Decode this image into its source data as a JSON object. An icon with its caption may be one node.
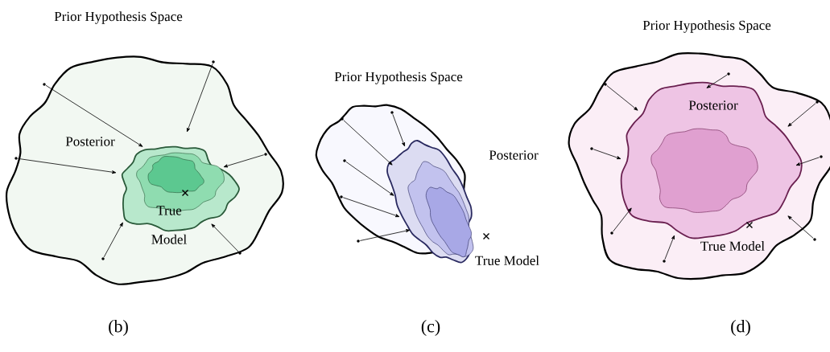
{
  "diagram": {
    "nodes": [
      {
        "text": [
          "Prior Hypothesis Space"
        ]
      },
      {
        "text": [
          "Posterior"
        ],
        "in": 0
      },
      {
        "text": [
          "Prior Hypothesis Space"
        ]
      },
      {
        "text": [
          "Posterior"
        ],
        "in": 2
      },
      {
        "text": [
          "Prior Hypothesis Space"
        ]
      },
      {
        "text": [
          "Posterior"
        ],
        "in": 4
      },
      {
        "text": [],
        "shape": "circle",
        "in": 0
      },
      {
        "text": [],
        "shape": "circle",
        "in": 0
      },
      {
        "text": [],
        "shape": "circle",
        "in": 0
      },
      {
        "text": [],
        "shape": "circle",
        "in": 0
      },
      {
        "text": [],
        "shape": "circle",
        "in": 0
      },
      {
        "text": [],
        "shape": "circle",
        "in": 0
      },
      {
        "text": [],
        "shape": "circle",
        "in": 2
      },
      {
        "text": [],
        "shape": "circle",
        "in": 2
      },
      {
        "text": [],
        "shape": "circle",
        "in": 2
      },
      {
        "text": [],
        "shape": "circle",
        "in": 2
      },
      {
        "text": [],
        "shape": "circle",
        "in": 2
      },
      {
        "text": [],
        "shape": "circle",
        "in": 4
      },
      {
        "text": [],
        "shape": "circle",
        "in": 4
      },
      {
        "text": [],
        "shape": "circle",
        "in": 4
      },
      {
        "text": [],
        "shape": "circle",
        "in": 4
      },
      {
        "text": [],
        "shape": "circle",
        "in": 4
      },
      {
        "text": [],
        "shape": "circle",
        "in": 4
      },
      {
        "text": [],
        "shape": "circle",
        "in": 4
      },
      {
        "text": [],
        "shape": "circle",
        "in": 4
      }
    ],
    "edges": [
      {
        "from": 6,
        "to": 1,
        "arrow": "to"
      },
      {
        "from": 7,
        "to": 1,
        "arrow": "to"
      },
      {
        "from": 8,
        "to": 1,
        "arrow": "to"
      },
      {
        "from": 9,
        "to": 1,
        "arrow": "to"
      },
      {
        "from": 10,
        "to": 1,
        "arrow": "to"
      },
      {
        "from": 11,
        "to": 1,
        "arrow": "to"
      },
      {
        "from": 12,
        "to": 3,
        "arrow": "to"
      },
      {
        "from": 13,
        "to": 3,
        "arrow": "to"
      },
      {
        "from": 14,
        "to": 3,
        "arrow": "to"
      },
      {
        "from": 15,
        "to": 3,
        "arrow": "to"
      },
      {
        "from": 16,
        "to": 3,
        "arrow": "to"
      },
      {
        "from": 17,
        "to": 5,
        "arrow": "to"
      },
      {
        "from": 18,
        "to": 5,
        "arrow": "to"
      },
      {
        "from": 19,
        "to": 5,
        "arrow": "to"
      },
      {
        "from": 20,
        "to": 5,
        "arrow": "to"
      },
      {
        "from": 21,
        "to": 5,
        "arrow": "to"
      },
      {
        "from": 22,
        "to": 5,
        "arrow": "to"
      },
      {
        "from": 23,
        "to": 5,
        "arrow": "to"
      },
      {
        "from": 24,
        "to": 5,
        "arrow": "to"
      }
    ],
    "labels": [
      "True Model",
      "True Model",
      "True Model",
      "(b)",
      "(c)",
      "(d)"
    ]
  }
}
